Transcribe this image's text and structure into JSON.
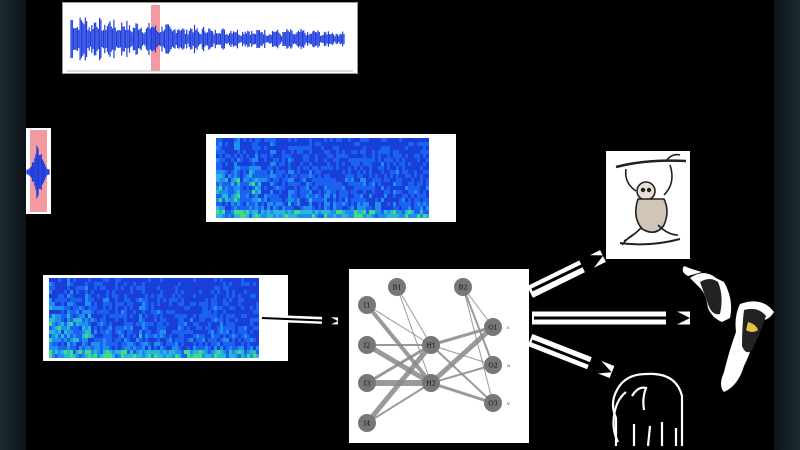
{
  "network": {
    "inputs": [
      "I1",
      "I2",
      "I3",
      "I4"
    ],
    "hidden": [
      "H1",
      "H2"
    ],
    "biases": [
      "B1",
      "B2"
    ],
    "outputs": [
      "O1",
      "O2",
      "O3"
    ],
    "output_tags": [
      "c",
      "a",
      "v"
    ]
  },
  "colors": {
    "background": "#000000",
    "waveform": "#1f3fdc",
    "highlight": "#f29aa0",
    "node": "#777777"
  },
  "icons": [
    "waveform-icon",
    "spectrogram-icon",
    "neural-network-diagram",
    "monkey-icon",
    "hornbill-icon",
    "elephant-icon",
    "arrow-icon"
  ]
}
